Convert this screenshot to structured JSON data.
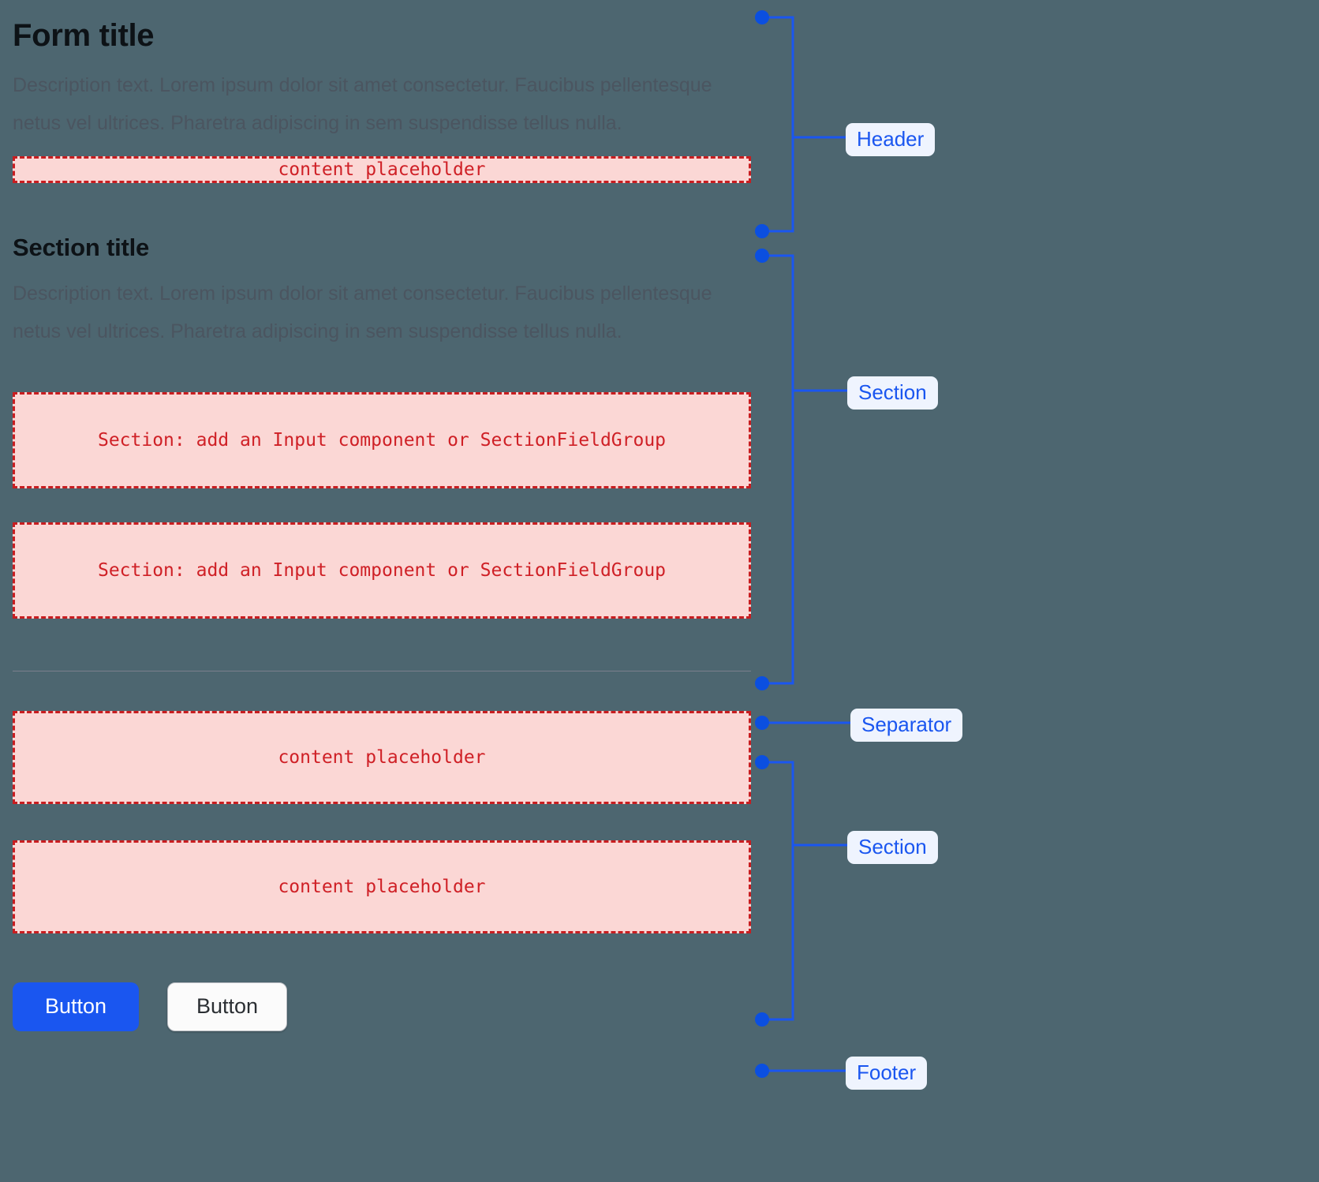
{
  "theme": {
    "background": "#4d6670",
    "accent_blue": "#1a56f0",
    "badge_bg": "#eff4fe",
    "placeholder_bg": "#fbd7d5",
    "placeholder_border": "#c81d20",
    "placeholder_text": "#cf2026",
    "title_color": "#0d1216",
    "description_color": "#4b5560",
    "separator_color": "#7b7f8c"
  },
  "header": {
    "title": "Form title",
    "description": "Description text. Lorem ipsum dolor sit amet consectetur. Faucibus pellentesque netus vel ultrices. Pharetra adipiscing in sem suspendisse tellus nulla.",
    "placeholder": "content placeholder"
  },
  "section_one": {
    "title": "Section title",
    "description": "Description text. Lorem ipsum dolor sit amet consectetur. Faucibus pellentesque netus vel ultrices. Pharetra adipiscing in sem suspendisse tellus nulla.",
    "placeholder_one": "Section: add an Input component or SectionFieldGroup",
    "placeholder_two": "Section: add an Input component or SectionFieldGroup"
  },
  "section_two": {
    "placeholder_one": "content placeholder",
    "placeholder_two": "content placeholder"
  },
  "footer": {
    "primary_button": "Button",
    "secondary_button": "Button"
  },
  "annotations": {
    "header": "Header",
    "section_one": "Section",
    "separator": "Separator",
    "section_two": "Section",
    "footer": "Footer"
  }
}
